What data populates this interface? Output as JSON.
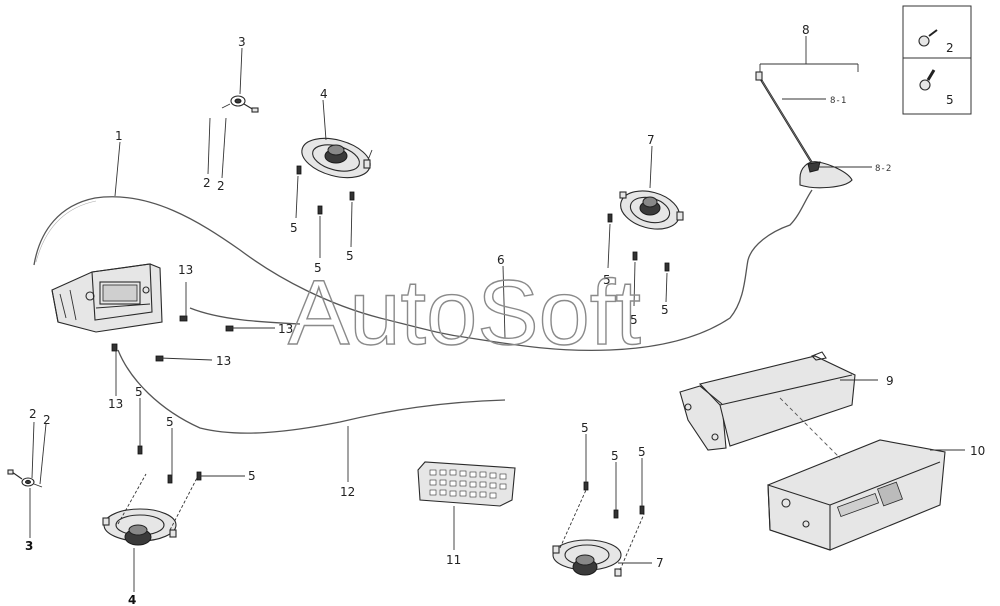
{
  "watermark": "AutoSoft",
  "labels": {
    "L1": "1",
    "L2a": "2",
    "L2b": "2",
    "L2c": "2",
    "L2d": "2",
    "L3a": "3",
    "L3b": "3",
    "L4a": "4",
    "L4b": "4",
    "L5a": "5",
    "L5b": "5",
    "L5c": "5",
    "L5d": "5",
    "L5e": "5",
    "L5f": "5",
    "L5g": "5",
    "L5h": "5",
    "L5i": "5",
    "L5j": "5",
    "L5k": "5",
    "L5l": "5",
    "L6": "6",
    "L7a": "7",
    "L7b": "7",
    "L8": "8",
    "L8_1": "8-1",
    "L8_2": "8-2",
    "L9": "9",
    "L10": "10",
    "L11": "11",
    "L12": "12",
    "L13a": "13",
    "L13b": "13",
    "L13c": "13",
    "L13d": "13"
  },
  "legend": {
    "top": "2",
    "bottom": "5"
  }
}
